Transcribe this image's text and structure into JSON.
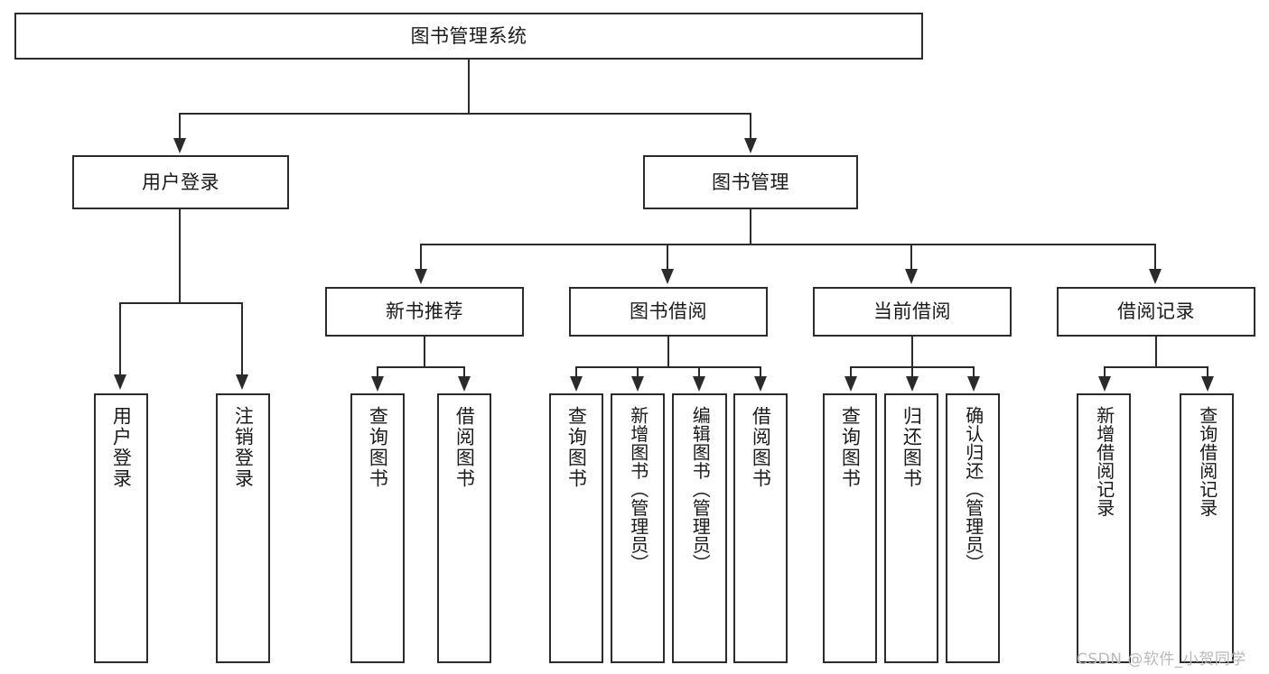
{
  "diagram": {
    "title": "图书管理系统",
    "type": "tree-hierarchy-chart",
    "root": {
      "id": "root",
      "label": "图书管理系统"
    },
    "level1": [
      {
        "id": "user-login",
        "label": "用户登录"
      },
      {
        "id": "book-manage",
        "label": "图书管理"
      }
    ],
    "level2": [
      {
        "id": "new-book-recommend",
        "label": "新书推荐",
        "parent": "book-manage"
      },
      {
        "id": "book-borrow",
        "label": "图书借阅",
        "parent": "book-manage"
      },
      {
        "id": "current-borrow",
        "label": "当前借阅",
        "parent": "book-manage"
      },
      {
        "id": "borrow-record",
        "label": "借阅记录",
        "parent": "book-manage"
      }
    ],
    "leaves": [
      {
        "id": "leaf-user-login",
        "label": "用户登录",
        "parent": "user-login"
      },
      {
        "id": "leaf-logout-login",
        "label": "注销登录",
        "parent": "user-login"
      },
      {
        "id": "leaf-query-book-1",
        "label": "查询图书",
        "parent": "new-book-recommend"
      },
      {
        "id": "leaf-borrow-book-1",
        "label": "借阅图书",
        "parent": "new-book-recommend"
      },
      {
        "id": "leaf-query-book-2",
        "label": "查询图书",
        "parent": "book-borrow"
      },
      {
        "id": "leaf-add-book",
        "label": "新增图书（管理员）",
        "parent": "book-borrow"
      },
      {
        "id": "leaf-edit-book",
        "label": "编辑图书（管理员）",
        "parent": "book-borrow"
      },
      {
        "id": "leaf-borrow-book-2",
        "label": "借阅图书",
        "parent": "book-borrow"
      },
      {
        "id": "leaf-query-book-3",
        "label": "查询图书",
        "parent": "current-borrow"
      },
      {
        "id": "leaf-return-book",
        "label": "归还图书",
        "parent": "current-borrow"
      },
      {
        "id": "leaf-confirm-return",
        "label": "确认归还（管理员）",
        "parent": "current-borrow"
      },
      {
        "id": "leaf-add-record",
        "label": "新增借阅记录",
        "parent": "borrow-record"
      },
      {
        "id": "leaf-query-record",
        "label": "查询借阅记录",
        "parent": "borrow-record"
      }
    ],
    "watermark": "CSDN @软件_小贺同学",
    "colors": {
      "stroke": "#2b2b2b",
      "fill": "#ffffff",
      "text": "#1a1a1a",
      "watermark": "#b9b9b9"
    }
  }
}
